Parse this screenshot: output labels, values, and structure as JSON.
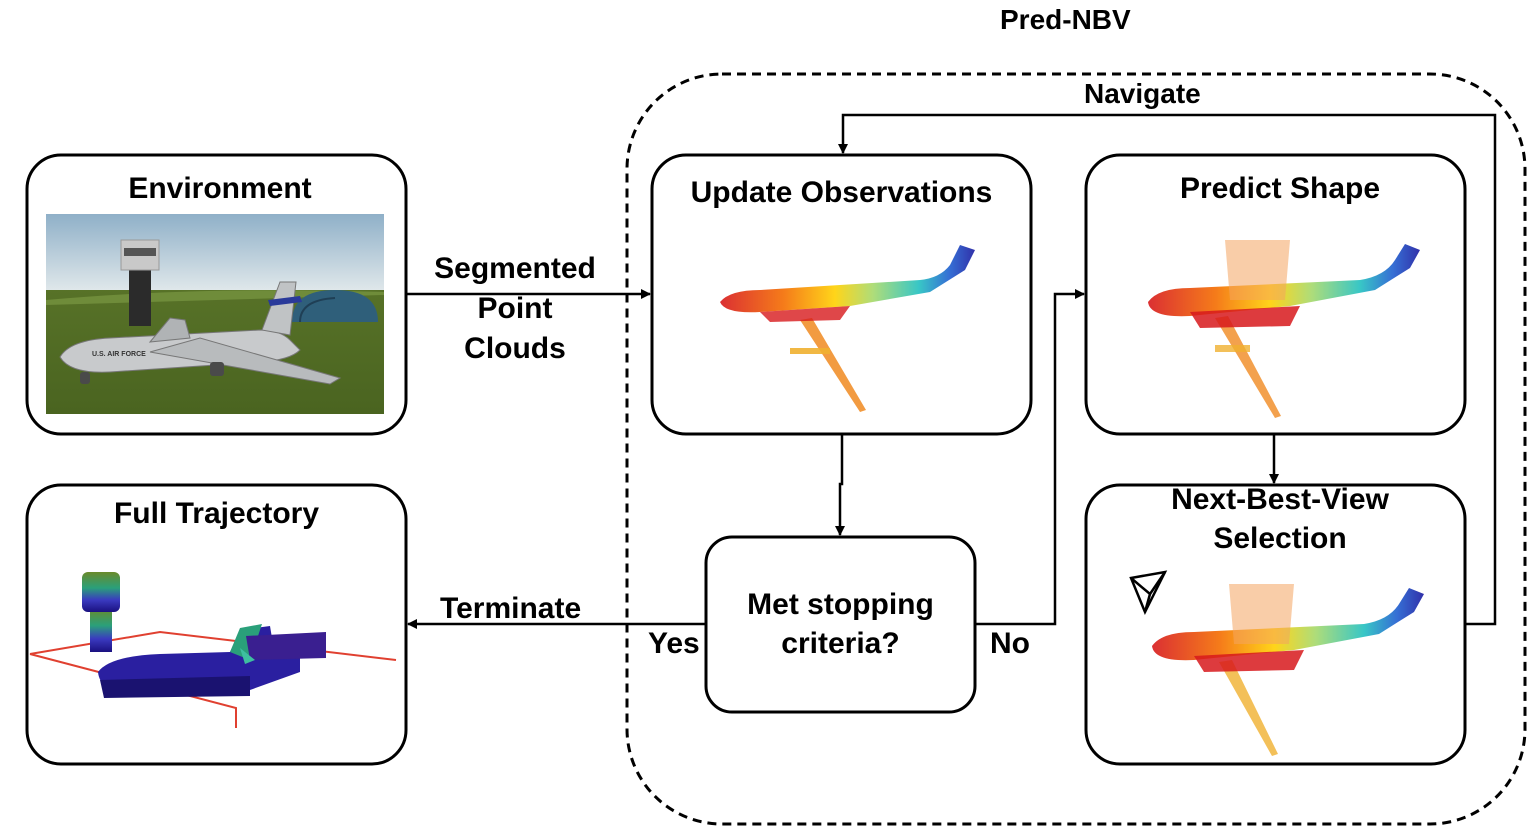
{
  "title": "Pred-NBV",
  "nodes": {
    "environment": "Environment",
    "update": "Update Observations",
    "predict": "Predict Shape",
    "nbv_line1": "Next-Best-View",
    "nbv_line2": "Selection",
    "stopping_line1": "Met stopping",
    "stopping_line2": "criteria?",
    "trajectory": "Full Trajectory"
  },
  "edges": {
    "segmented_line1": "Segmented",
    "segmented_line2": "Point",
    "segmented_line3": "Clouds",
    "navigate": "Navigate",
    "terminate": "Terminate",
    "yes": "Yes",
    "no": "No"
  },
  "scene_text": {
    "aircraft_marking": "U.S. AIR FORCE"
  }
}
